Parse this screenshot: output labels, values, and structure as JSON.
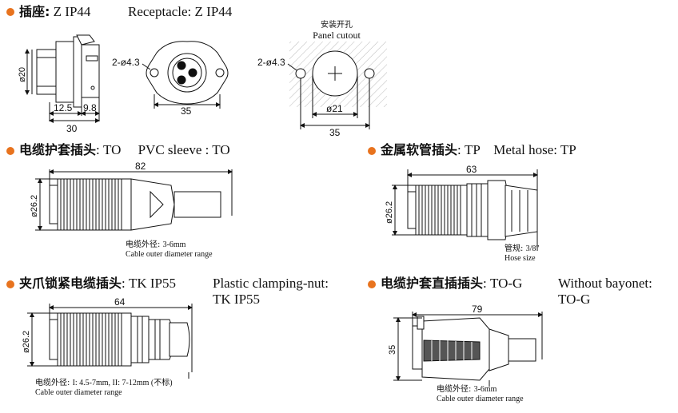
{
  "sections": {
    "z": {
      "cn": "插座:",
      "en": " Z  IP44",
      "en2": "Receptacle: Z  IP44",
      "dims": {
        "dia20": "ø20",
        "d125": "12.5",
        "d98": "9.8",
        "d30": "30",
        "holes": "2-ø4.3",
        "d35": "35",
        "cutout_holes": "2-ø4.3",
        "cutout_dia": "ø21",
        "cutout_35": "35"
      },
      "cutout_cn": "安装开孔",
      "cutout_en": "Panel cutout"
    },
    "to": {
      "cn": "电缆护套插头",
      "en": ": TO     PVC sleeve : TO",
      "dims": {
        "len": "82",
        "dia": "ø26.2"
      },
      "cable_cn": "电缆外径: ",
      "cable_val": "3-6mm",
      "cable_en": "Cable outer diameter range"
    },
    "tp": {
      "cn": "金属软管插头",
      "en": ": TP    Metal hose: TP",
      "dims": {
        "len": "63",
        "dia": "ø26.2"
      },
      "hose_cn": "管规: ",
      "hose_val": "3/8\"",
      "hose_en": "Hose size"
    },
    "tk": {
      "cn": "夹爪锁紧电缆插头",
      "en": ": TK  IP55",
      "en2a": "Plastic clamping-nut:",
      "en2b": "TK  IP55",
      "dims": {
        "len": "64",
        "dia": "ø26.2"
      },
      "cable_cn": "电缆外径: ",
      "cable_val": "I: 4.5-7mm, II: 7-12mm (不标)",
      "cable_en": "Cable outer diameter range"
    },
    "tog": {
      "cn": "电缆护套直插插头",
      "en": ": TO-G",
      "en2a": "Without bayonet:",
      "en2b": "TO-G",
      "dims": {
        "len": "79",
        "dia": "35"
      },
      "cable_cn": "电缆外径: ",
      "cable_val": "3-6mm",
      "cable_en": "Cable outer diameter range"
    }
  },
  "colors": {
    "bullet": "#e8731e",
    "line": "#111111"
  }
}
